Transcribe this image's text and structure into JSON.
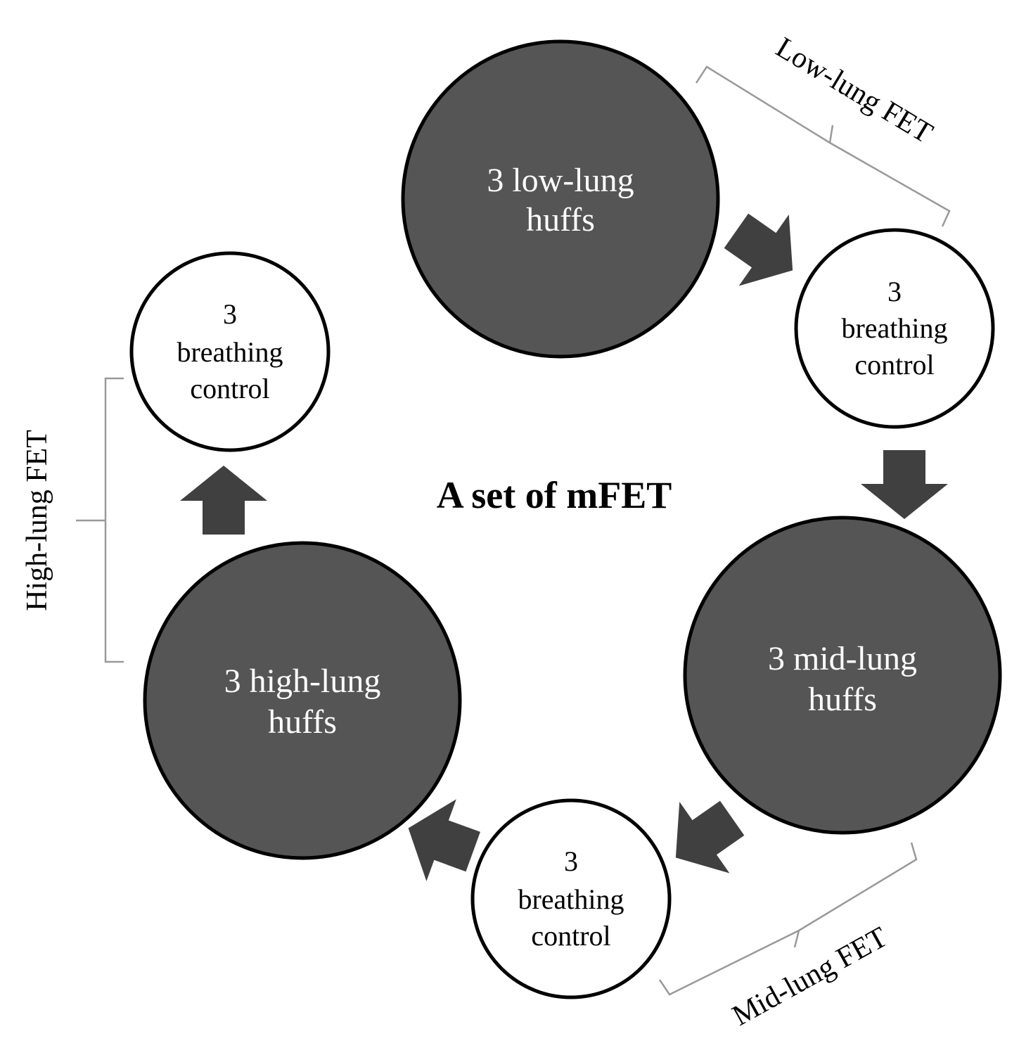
{
  "title": "A set of mFET",
  "nodes": {
    "low_huffs": [
      "3 low-lung",
      "huffs"
    ],
    "breathing_1": [
      "3",
      "breathing",
      "control"
    ],
    "mid_huffs": [
      "3 mid-lung",
      "huffs"
    ],
    "breathing_2": [
      "3",
      "breathing",
      "control"
    ],
    "high_huffs": [
      "3 high-lung",
      "huffs"
    ],
    "breathing_3": [
      "3",
      "breathing",
      "control"
    ]
  },
  "brackets": {
    "low": "Low-lung FET",
    "mid": "Mid-lung FET",
    "high": "High-lung FET"
  },
  "colors": {
    "huff_fill": "#555555",
    "control_fill": "#ffffff",
    "outline": "#000000",
    "arrow": "#404040",
    "bracket": "#999999"
  }
}
